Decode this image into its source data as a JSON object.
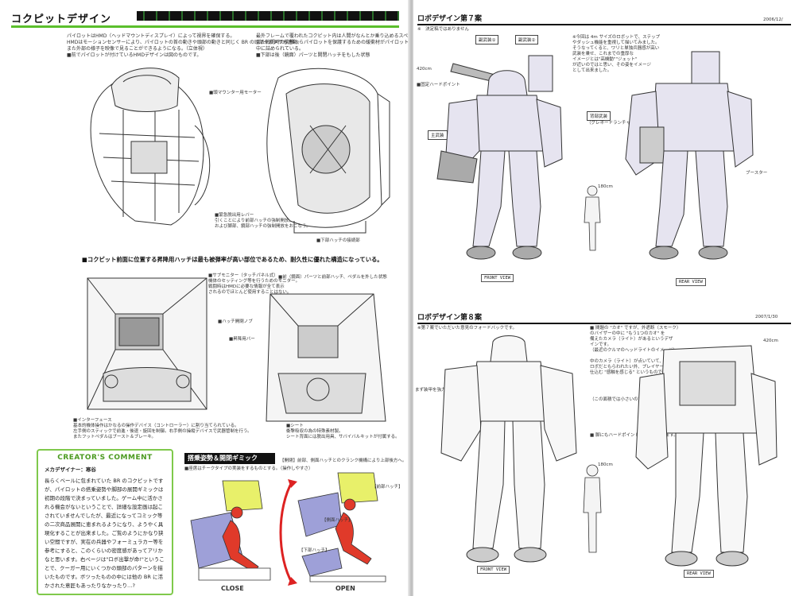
{
  "left_page": {
    "title": "コクピットデザイン",
    "intro_1": "パイロットはHMD（ヘッドマウントディスプレイ）によって視界を確保する。",
    "intro_2": "HMDはモーションセンサーにより、パイロットの首の動きや頭部の動きと同じく BR の頭部やカメラも連動。",
    "intro_3": "また外部の様子を映像で見ることができるようになる。（立体視）",
    "intro_4": "■前でパイロットが付けているHMDデザインは図のものです。",
    "intro_right_1": "最外フレームで覆われたコクピット内は人間がなんとか乗り込めるスペースしかない。",
    "intro_right_2": "また戦闘時の衝撃からパイロットを保護するための緩衝材がパイロットの周りを取り",
    "intro_right_3": "中に詰められている。",
    "intro_right_4": "■下部は後（鏡面）パーツと開閉ハッチをもした状態",
    "label_motor": "■頭マウンター用モーター",
    "label_lever_1": "■緊急脱出用レバー",
    "label_lever_2": "引くことにより前部ハッチの強制開放、",
    "label_lever_3": "および脚部、鏡部ハッチの強制開放をおこなう。",
    "label_hatch_lower": "■下部ハッチの接続部",
    "heading_main": "■コクピット前面に位置する昇降用ハッチは最も被弾率が高い部位であるため、耐久性に優れた構造になっている。",
    "label_monitor_1": "■サブモニター（タッチパネル式）",
    "label_monitor_2": "機体のセッティング等を行うためのモニター。",
    "label_monitor_3": "戦闘時はHMDに必要な情報が全て表示",
    "label_monitor_4": "されるのでほとんど使用することはない。",
    "label_open_note": "■前（鏡面）パーツと前部ハッチ、ペダルを外した状態",
    "label_knob": "■ハッチ開閉ノブ",
    "label_bar": "■昇降用バー",
    "label_iface_1": "■インターフェース",
    "label_iface_2": "基本的機体操作はかなるの操作デバイス（コントローラー）に割り当てられている。",
    "label_iface_3": "左手側のスティックで前進・後退・旋回を制御。右手側の操縦デバイスで武器管制を行う。",
    "label_iface_4": "またフットペダルはブースト＆ブレーキ。",
    "label_seat_1": "■シート",
    "label_seat_2": "衝撃吸収の為の特殊素材製。",
    "label_seat_3": "シート背面には脱出用具、サバイバルキットが付属する。",
    "comment_title": "CREATOR'S COMMENT",
    "comment_author": "メカデザイナー：寒谷",
    "comment_body": "長らくベールに包まれていた BR のコクピットですが、パイロットの搭乗姿勢や脚部の展開ギミックは初期の段階で決まっていました。ゲーム中に活かされる機会がないということで、詳細な設定画は起こされていませんでしたが、最近になってコミック等の二次商品展開に恵まれるようになり、ようやく具現化することが出来ました。ご覧のようにかなり狭い空間ですが、実在の兵器やフォーミュラカー等を参考にすると、このくらいの密度感があってアリかなと思います。右ページは\"ロボ出撃が命!\"ということで、クーガー用にいくつかの頭部のパターンを描いたものです。ボツったものの中には他の BR に活かされた意匠もあったりなかったり…?",
    "gimmick_title": "搭乗姿勢＆開閉ギミック",
    "gimmick_note": "■座席はチークタイプの実装をするものとする。（操作しやすさ）",
    "gimmick_open_note": "【開閉】前部、側面ハッチとのクランク機構により上部後方へ。",
    "gimmick_label_front": "【前部ハッチ】",
    "gimmick_label_side": "【側面ハッチ】",
    "gimmick_label_lower": "【下部ハッチ】",
    "caption_close": "CLOSE",
    "caption_open": "OPEN"
  },
  "right_page": {
    "section_7_title": "ロボデザイン第７案",
    "section_7_sub": "※　決定稿ではありません",
    "section_7_date": "2006/12/",
    "tag_extra_1": "副武装①",
    "tag_extra_2": "副武装②",
    "label_420": "420cm",
    "label_hardpoint": "■固定ハードポイント",
    "label_main_weapon": "主武装",
    "label_shoulder_weapon_1": "背部武装",
    "label_shoulder_weapon_2": "（グレネードランチャー）",
    "label_booster": "ブースター",
    "label_180": "180cm",
    "note_7_1": "※今回は 4m サイズのロボットで、ステップ",
    "note_7_2": "やダッシュ機能を重視して描いてみました。",
    "note_7_3": "そうなってくると、ワリと単独兵器感が高い",
    "note_7_4": "武装を乗せ、これまでの重厚な",
    "note_7_5": "イメージとは\"高機動\"\"ジェット\"",
    "note_7_6": "が近いのではと思い、その姿をイメージ",
    "note_7_7": "として出来ました。",
    "view_front": "FRONT VIEW",
    "view_rear": "REAR VIEW",
    "section_8_title": "ロボデザイン第８案",
    "section_8_sub": "※第７案でいただいた意見のフォードバックです。",
    "section_8_date": "2007/1/30",
    "note_8_1": "■ 間題の \"カオ\" ですが、外遮断（スモーク）",
    "note_8_2": "のバイザーの中に \"もう1つのカオ\" を",
    "note_8_3": "備えたカメラ（ライト）があるというデザ",
    "note_8_4": "インです。",
    "note_8_5": "（最近のクルマのヘッドライトのイメージ）",
    "note_8_6": "中のカメラ（ライト）が点いていて、敵",
    "note_8_7": "ロボだともらわれたい外、プレイヤーは",
    "note_8_8": "仕込む \"感触を感じる\" というものです。",
    "note_8_9": "（この面積では小さいので完成稿で要確認）",
    "label_detail": "■ 脚にもハードポイントを設けてあります。",
    "label_armor": "まず装甲を強力にしました",
    "view_front_8": "FRONT VIEW",
    "view_rear_8": "REAR VIEW"
  }
}
